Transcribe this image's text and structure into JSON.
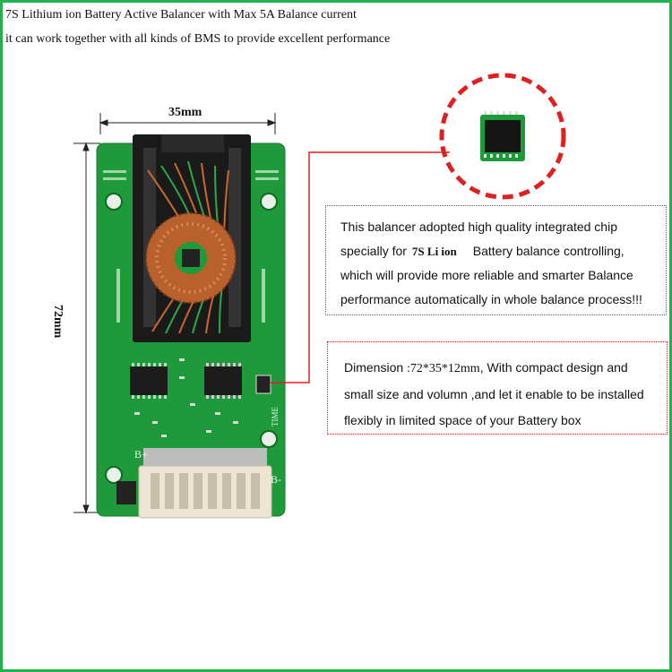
{
  "header": {
    "line1": "7S Lithium ion Battery Active Balancer with Max 5A Balance current",
    "line2": "it can work together with all kinds of BMS to provide excellent performance"
  },
  "dimensions": {
    "width_label": "35mm",
    "height_label": "72mm"
  },
  "callout1": {
    "line1": "This balancer adopted high quality integrated chip",
    "line2_prefix": "specially for",
    "line2_tag": "7S Li ion",
    "line2_suffix": "Battery balance controlling,",
    "line3": "which will provide more reliable and smarter Balance",
    "line4": "performance automatically in whole balance process!!!"
  },
  "callout2": {
    "line1_prefix": "Dimension ",
    "line1_dim": ":72*35*12mm",
    "line1_suffix": ", With compact design and",
    "line2": "small size and volumn ,and let it enable to be installed",
    "line3": "flexibly in limited space of your Battery box"
  },
  "board_silkscreen": {
    "b_plus": "B+",
    "b_minus": "B-",
    "time": "TIME"
  },
  "colors": {
    "frame_border": "#22b14c",
    "pcb_green": "#1f9a3a",
    "callout_red": "#e02020"
  }
}
